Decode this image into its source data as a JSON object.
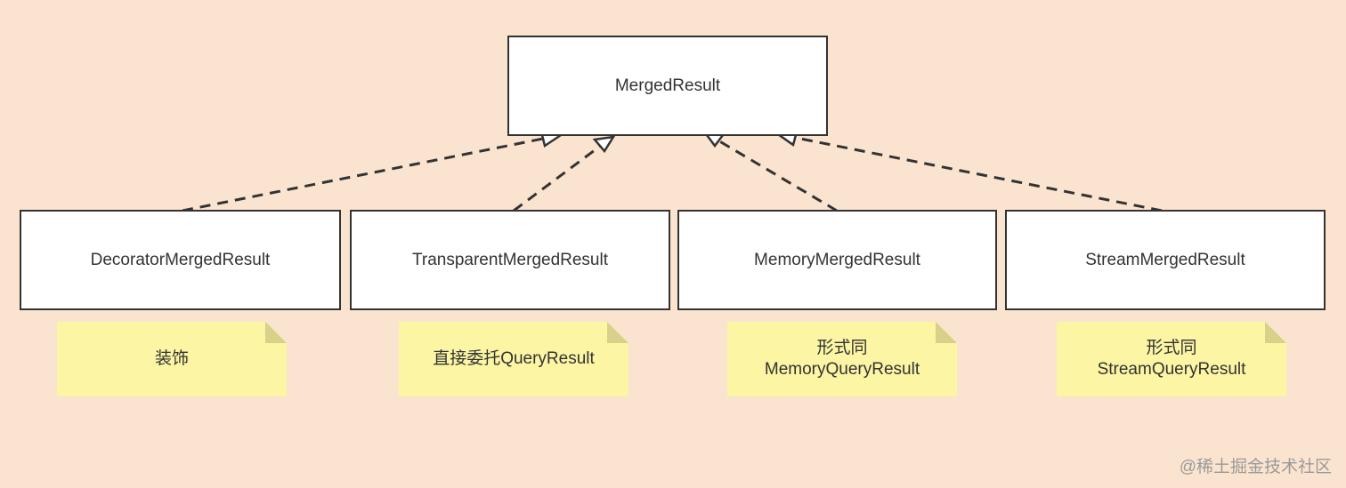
{
  "diagram": {
    "parent": {
      "label": "MergedResult"
    },
    "children": [
      {
        "label": "DecoratorMergedResult",
        "note_lines": [
          "装饰"
        ]
      },
      {
        "label": "TransparentMergedResult",
        "note_lines": [
          "直接委托QueryResult"
        ]
      },
      {
        "label": "MemoryMergedResult",
        "note_lines": [
          "形式同",
          "MemoryQueryResult"
        ]
      },
      {
        "label": "StreamMergedResult",
        "note_lines": [
          "形式同",
          "StreamQueryResult"
        ]
      }
    ],
    "relation": "realization (dashed line, hollow arrow)"
  },
  "watermark": "@稀土掘金技术社区",
  "colors": {
    "background": "#fbe4cf",
    "box_fill": "#ffffff",
    "box_border": "#333333",
    "note_fill": "#fbf5a4",
    "note_fold": "#d9d08a",
    "text": "#333333"
  }
}
